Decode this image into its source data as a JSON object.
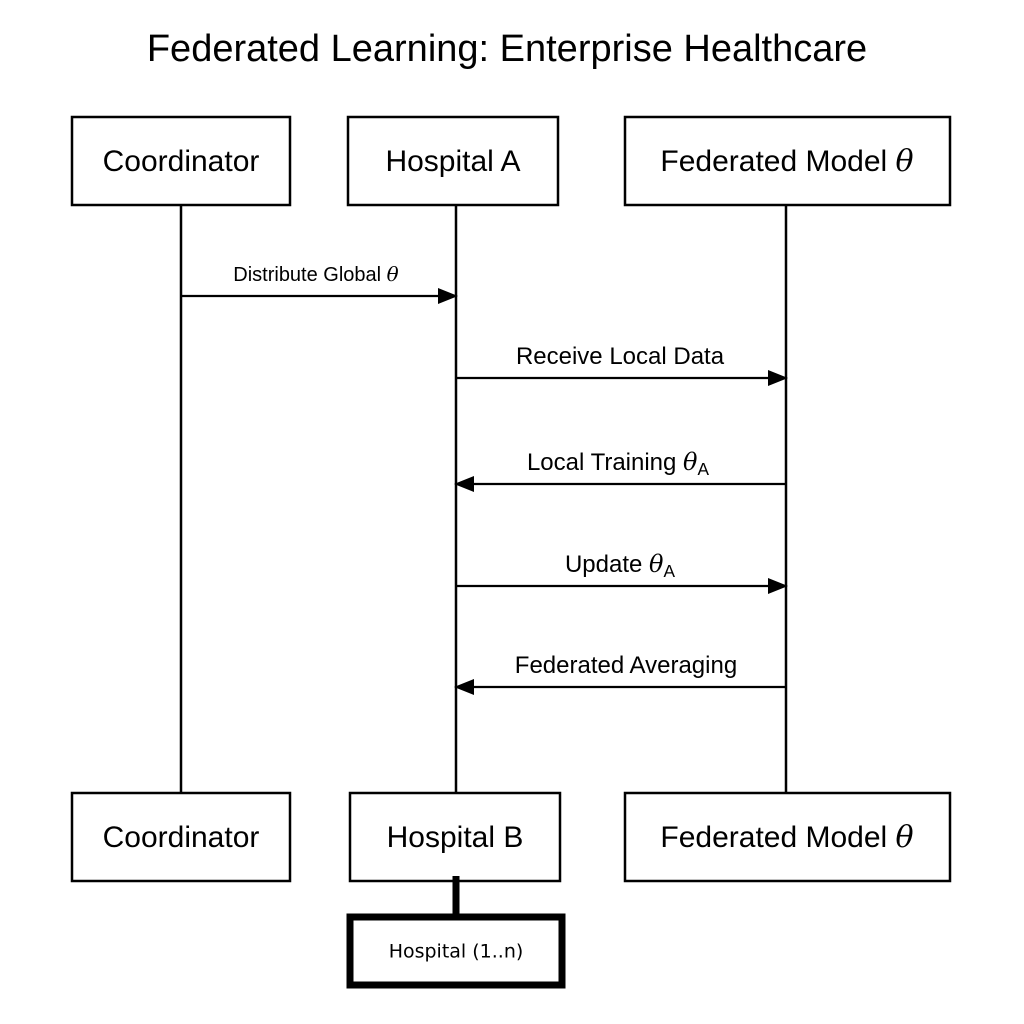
{
  "title": "Federated Learning: Enterprise Healthcare",
  "theme": {
    "background": "#ffffff",
    "stroke": "#000000",
    "box_fill": "#ffffff"
  },
  "participants": {
    "top": [
      {
        "id": "coordinator",
        "label": "Coordinator",
        "theta_suffix": false
      },
      {
        "id": "hospital-a",
        "label": "Hospital A",
        "theta_suffix": false
      },
      {
        "id": "federated-model",
        "label": "Federated Model ",
        "theta_suffix": true
      }
    ],
    "bottom": [
      {
        "id": "coordinator",
        "label": "Coordinator",
        "theta_suffix": false
      },
      {
        "id": "hospital-b",
        "label": "Hospital B",
        "theta_suffix": false
      },
      {
        "id": "federated-model",
        "label": "Federated Model ",
        "theta_suffix": true
      }
    ]
  },
  "messages": [
    {
      "id": "distribute-global-theta",
      "label": "Distribute Global ",
      "theta": true,
      "subscript": "",
      "from": "coordinator",
      "to": "hospital-a",
      "direction": "right",
      "size": "small"
    },
    {
      "id": "receive-local-data",
      "label": "Receive Local Data",
      "theta": false,
      "subscript": "",
      "from": "hospital-a",
      "to": "federated-model",
      "direction": "right",
      "size": "normal"
    },
    {
      "id": "local-training-theta-a",
      "label": "Local Training ",
      "theta": true,
      "subscript": "A",
      "from": "federated-model",
      "to": "hospital-a",
      "direction": "left",
      "size": "normal"
    },
    {
      "id": "update-theta-a",
      "label": "Update ",
      "theta": true,
      "subscript": "A",
      "from": "hospital-a",
      "to": "federated-model",
      "direction": "right",
      "size": "normal"
    },
    {
      "id": "federated-averaging",
      "label": "Federated Averaging",
      "theta": false,
      "subscript": "",
      "from": "federated-model",
      "to": "hospital-a",
      "direction": "left",
      "size": "normal"
    }
  ],
  "note": {
    "id": "hospital-multiplicity-note",
    "label": "Hospital (1..n)",
    "attached_to": "hospital-b"
  },
  "glyphs": {
    "theta": "θ"
  }
}
